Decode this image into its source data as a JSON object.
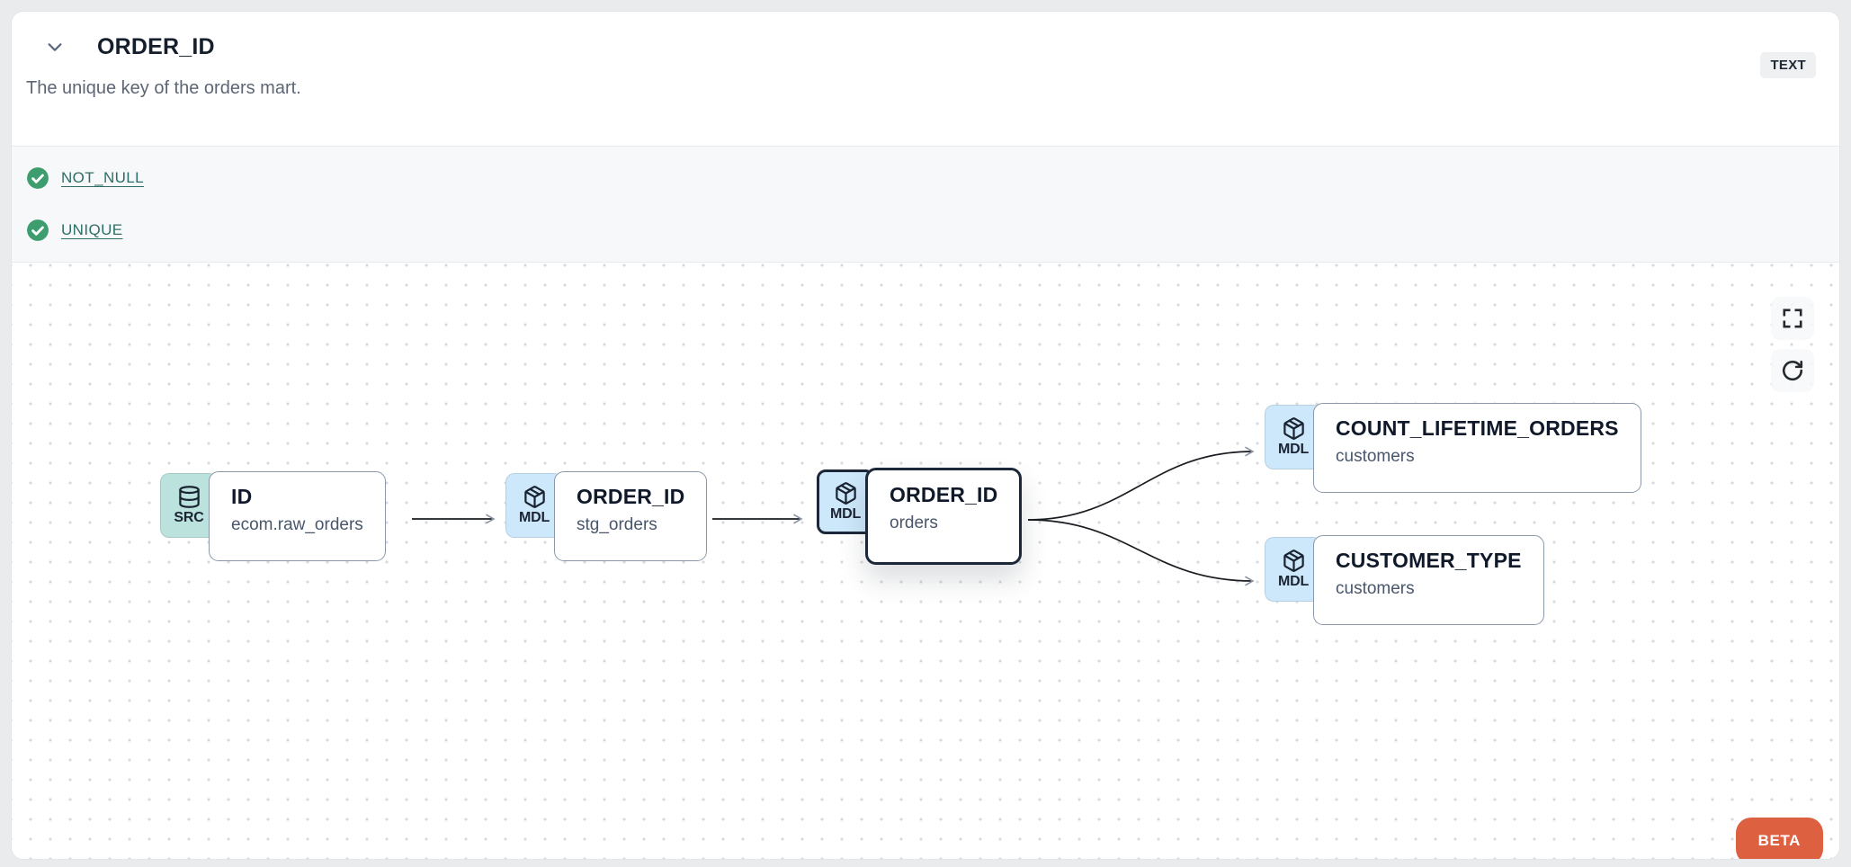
{
  "header": {
    "title": "ORDER_ID",
    "type_badge": "TEXT",
    "description": "The unique key of the orders mart."
  },
  "tests": {
    "items": [
      {
        "icon": "check-circle-icon",
        "label": "NOT_NULL"
      },
      {
        "icon": "check-circle-icon",
        "label": "UNIQUE"
      }
    ]
  },
  "graph": {
    "nodes": [
      {
        "badge": "SRC",
        "icon": "database-icon",
        "title": "ID",
        "subtitle": "ecom.raw_orders",
        "selected": false
      },
      {
        "badge": "MDL",
        "icon": "package-icon",
        "title": "ORDER_ID",
        "subtitle": "stg_orders",
        "selected": false
      },
      {
        "badge": "MDL",
        "icon": "package-icon",
        "title": "ORDER_ID",
        "subtitle": "orders",
        "selected": true
      },
      {
        "badge": "MDL",
        "icon": "package-icon",
        "title": "COUNT_LIFETIME_ORDERS",
        "subtitle": "customers",
        "selected": false
      },
      {
        "badge": "MDL",
        "icon": "package-icon",
        "title": "CUSTOMER_TYPE",
        "subtitle": "customers",
        "selected": false
      }
    ],
    "edges": [
      {
        "from": "ID.ecom.raw_orders",
        "to": "ORDER_ID.stg_orders"
      },
      {
        "from": "ORDER_ID.stg_orders",
        "to": "ORDER_ID.orders"
      },
      {
        "from": "ORDER_ID.orders",
        "to": "COUNT_LIFETIME_ORDERS.customers"
      },
      {
        "from": "ORDER_ID.orders",
        "to": "CUSTOMER_TYPE.customers"
      }
    ]
  },
  "canvas": {
    "beta_label": "BETA"
  },
  "colors": {
    "accent-beta": "#DD6040",
    "badge-src-bg": "#BCE2DD",
    "badge-mdl-bg": "#CEE8FB",
    "test-green": "#3E9D6E",
    "link-teal": "#2C6E66",
    "title-dark": "#151E2C",
    "muted-text": "#5D6675",
    "card-border": "#8B98A9",
    "selected-border": "#1C2839",
    "edge-line": "#1A1D21",
    "arrowhead": "#8C97A5"
  }
}
